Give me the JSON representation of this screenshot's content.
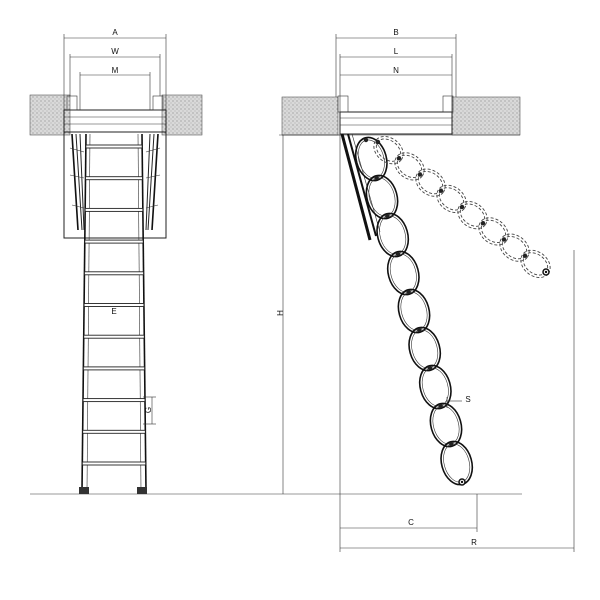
{
  "labels": {
    "a": "A",
    "w": "W",
    "m": "M",
    "e": "E",
    "g": "G",
    "b": "B",
    "l": "L",
    "n": "N",
    "h": "H",
    "s": "S",
    "c": "C",
    "r": "R"
  },
  "front": {
    "rungs": 11
  },
  "side": {
    "scissor_links": 9,
    "folded_links": 8
  }
}
